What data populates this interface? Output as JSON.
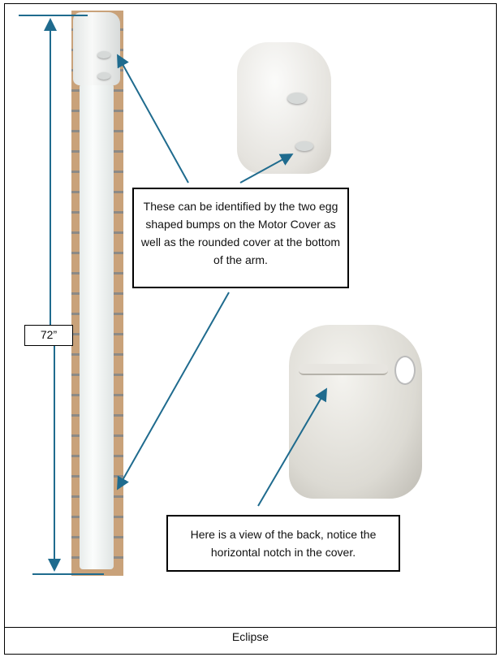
{
  "callouts": {
    "front": "These can be identified by the two egg shaped bumps on the Motor Cover as well as the rounded cover at the bottom of the arm.",
    "back": "Here is a view of the back, notice the horizontal notch in the cover."
  },
  "dimension": "72”",
  "footer": "Eclipse",
  "colors": {
    "arrow": "#1f6b8e"
  }
}
